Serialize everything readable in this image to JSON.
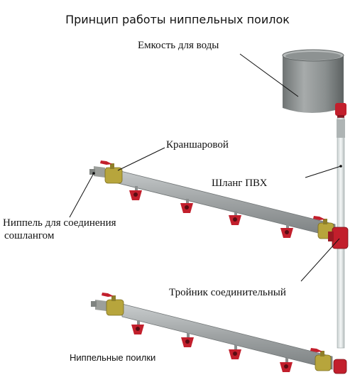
{
  "title": "Принцип работы ниппельных поилок",
  "labels": {
    "tank": "Емкость для воды",
    "ball_valve": "Краншаровой",
    "pvc_hose": "Шланг ПВХ",
    "nipple_connect_line1": "Ниппель для соединения",
    "nipple_connect_line2": "сошлангом",
    "tee": "Тройник соединительный",
    "nipple_drinkers": "Ниппельные поилки"
  },
  "colors": {
    "pipe": "#a9adae",
    "tank": "#8e9292",
    "nipple_red": "#c21f2c",
    "fitting_brass": "#b7a53c",
    "hose": "#e6ecec"
  }
}
